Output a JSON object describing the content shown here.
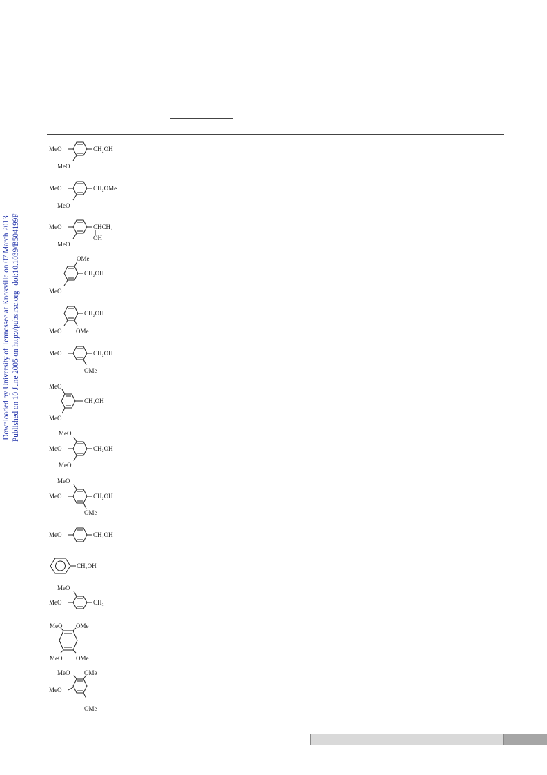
{
  "watermark": {
    "line1": "Downloaded by University of Tennessee at Knoxville on 07 March 2013",
    "line2": "Published on 10 June 2005 on http://pubs.rsc.org | doi:10.1039/B504199F"
  },
  "structures": [
    {
      "id": "s1",
      "labels": [
        "MeO",
        "MeO",
        "CH₂OH"
      ]
    },
    {
      "id": "s2",
      "labels": [
        "MeO",
        "MeO",
        "CH₂OMe"
      ]
    },
    {
      "id": "s3",
      "labels": [
        "MeO",
        "MeO",
        "CHCH₃",
        "OH"
      ]
    },
    {
      "id": "s4",
      "labels": [
        "OMe",
        "CH₂OH",
        "MeO"
      ]
    },
    {
      "id": "s5",
      "labels": [
        "CH₂OH",
        "MeO",
        "OMe"
      ]
    },
    {
      "id": "s6",
      "labels": [
        "MeO",
        "CH₂OH",
        "OMe"
      ]
    },
    {
      "id": "s7",
      "labels": [
        "MeO",
        "CH₂OH",
        "MeO"
      ]
    },
    {
      "id": "s8",
      "labels": [
        "MeO",
        "MeO",
        "CH₂OH",
        "MeO"
      ]
    },
    {
      "id": "s9",
      "labels": [
        "MeO",
        "MeO",
        "CH₂OH",
        "OMe"
      ]
    },
    {
      "id": "s10",
      "labels": [
        "MeO",
        "CH₂OH"
      ]
    },
    {
      "id": "s11",
      "labels": [
        "CH₂OH"
      ]
    },
    {
      "id": "s12",
      "labels": [
        "MeO",
        "MeO",
        "CH₃"
      ]
    },
    {
      "id": "s13",
      "labels": [
        "MeO",
        "OMe",
        "MeO",
        "OMe"
      ]
    },
    {
      "id": "s14",
      "labels": [
        "MeO",
        "OMe",
        "MeO",
        "OMe"
      ]
    }
  ]
}
